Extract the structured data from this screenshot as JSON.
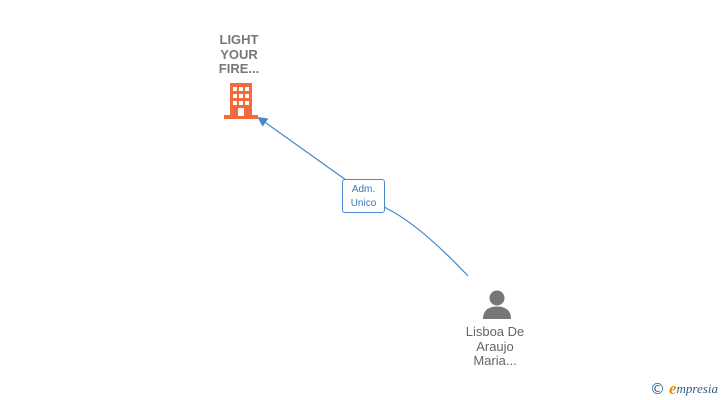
{
  "company": {
    "name_lines": [
      "LIGHT",
      "YOUR",
      "FIRE..."
    ],
    "icon": "building-icon",
    "color": "#f26b38"
  },
  "person": {
    "name_lines": [
      "Lisboa De",
      "Araujo",
      "Maria..."
    ],
    "icon": "person-icon",
    "color": "#777777"
  },
  "relation": {
    "role_lines": [
      "Adm.",
      "Unico"
    ],
    "color": "#4a86c8"
  },
  "brand": {
    "copyright": "©",
    "initial": "e",
    "rest": "mpresia",
    "initial_color": "#f08b00",
    "text_color": "#2f5d8a"
  }
}
